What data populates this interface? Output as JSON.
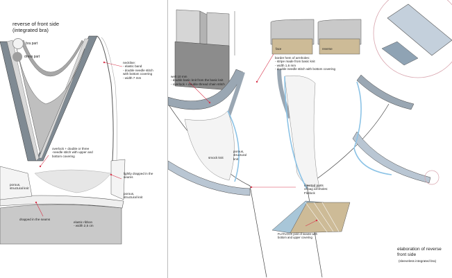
{
  "left": {
    "title": "reverse of front side\n(integrated bra)",
    "legend": [
      {
        "label": "bra part",
        "color": "#f3f3f3"
      },
      {
        "label": "dress part",
        "color": "#9e9e9e"
      }
    ],
    "annotations": {
      "neckline": "neckline:\n- elastic band\n- double needle stitch\n  with bottom covering\n- width 7 mm",
      "overlock": "overlock + double or three\n-needle stitch with upper and\nbottom covering",
      "draped": "lightly drapped in the\nseams",
      "porous_left": "porous,\nstructural knit",
      "porous_right": "porous,\nstructural knit",
      "drapped_seams": "drapped in the seams",
      "elastic_ribbon": "elastic ribbon\n- width 2,5 cm"
    }
  },
  "right": {
    "swatch_labels": {
      "face": "face",
      "reverse": "reverse"
    },
    "annotations": {
      "border_hem": "border hem of armholes:\n- stripe made from basic knit\n- width 1,6 mm\n- double needle stitch with bottom covering",
      "welt": "welt 10 mm\n- double basic knit from the basic knit\n- overlock + double-thread chain stitch",
      "smock": "smock knit",
      "porous": "porous,\nstructural\nknit",
      "inserted": "inserted parts\nof bag armholes:\nFlatlock",
      "flatlock": "FLATLOCK joint of seams with\nbottom and upper covering",
      "elaboration": "elaboration of reverse\nfront side",
      "elaboration_sub": "(sleeveless integrated bra)"
    }
  },
  "colors": {
    "dress_gray": "#c9c9c9",
    "band_dark": "#7f8a93",
    "band_light": "#b9c6d3",
    "accent_red": "#d8334a",
    "blue_line": "#8cc3e6",
    "fabric_blue": "#a8c6d8",
    "fabric_tan": "#cdbb97"
  }
}
